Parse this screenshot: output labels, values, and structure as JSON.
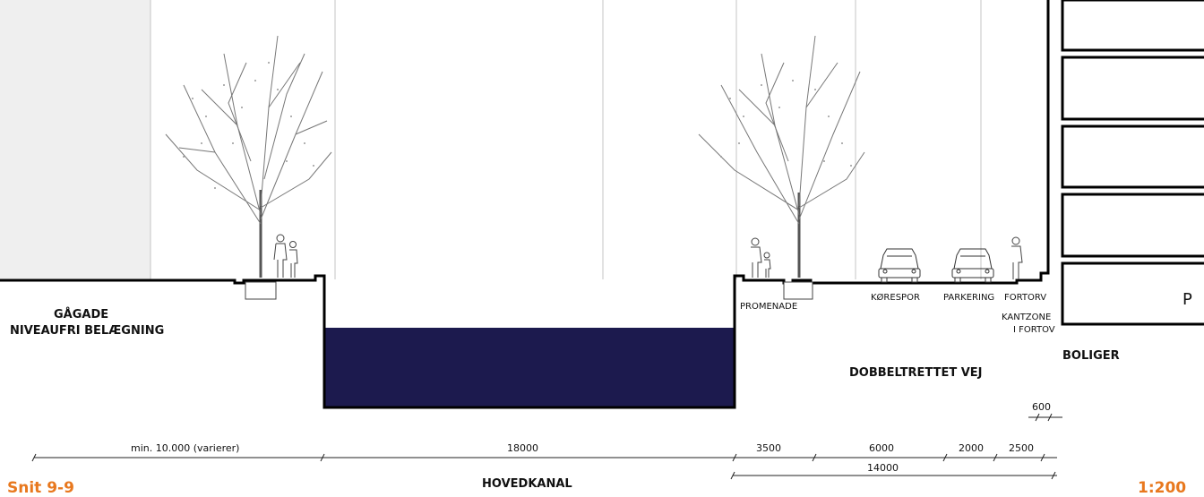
{
  "labels": {
    "gagade": "GÅGADE",
    "niveaufri": "NIVEAUFRI BELÆGNING",
    "promenade": "PROMENADE",
    "korespor": "KØRESPOR",
    "parkering": "PARKERING",
    "fortorv": "FORTORV",
    "kantzone": "KANTZONE",
    "i_fortov": "I FORTOV",
    "dobbeltrettet": "DOBBELTRETTET VEJ",
    "boliger": "BOLIGER",
    "hovedkanal": "HOVEDKANAL",
    "building_letter": "P"
  },
  "dimensions": {
    "d600": "600",
    "dmin": "min. 10.000 (varierer)",
    "d18000": "18000",
    "d3500": "3500",
    "d6000": "6000",
    "d2000": "2000",
    "d2500": "2500",
    "d14000": "14000"
  },
  "footer": {
    "title": "Snit 9-9",
    "scale": "1:200"
  },
  "colors": {
    "water": "#1c1a4e",
    "title_orange": "#e8781e",
    "ground": "#000000",
    "facade": "#efefef",
    "grid": "#bfbfbf"
  }
}
